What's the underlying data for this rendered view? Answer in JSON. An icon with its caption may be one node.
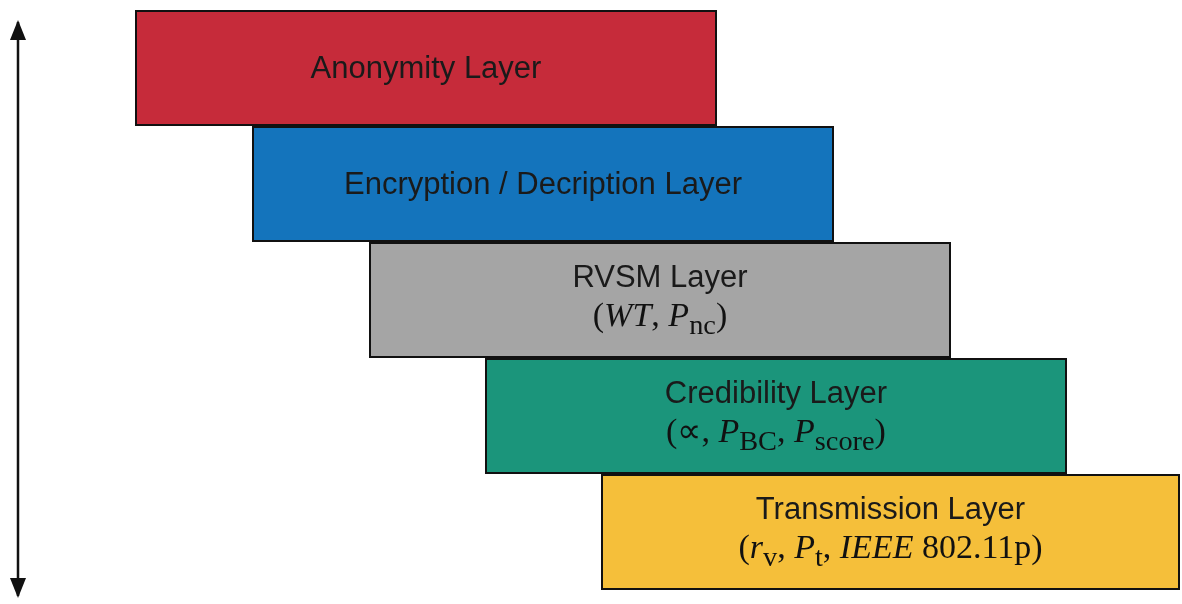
{
  "diagram": {
    "nodes": [
      {
        "text": [
          "Anonymity Layer"
        ]
      },
      {
        "text": [
          "Encryption / Decription Layer"
        ]
      },
      {
        "text": [
          "RVSM Layer",
          "(*WT*, *P*$_{nc}$)"
        ]
      },
      {
        "text": [
          "Credibility Layer",
          "(∝, *P*$_{BC}$, *P*$_{score}$)"
        ]
      },
      {
        "text": [
          "Transmission Layer",
          "(*r*$_{v}$, *P*$_{t}$, *IEEE* 802.11p)"
        ]
      }
    ],
    "edges": []
  }
}
